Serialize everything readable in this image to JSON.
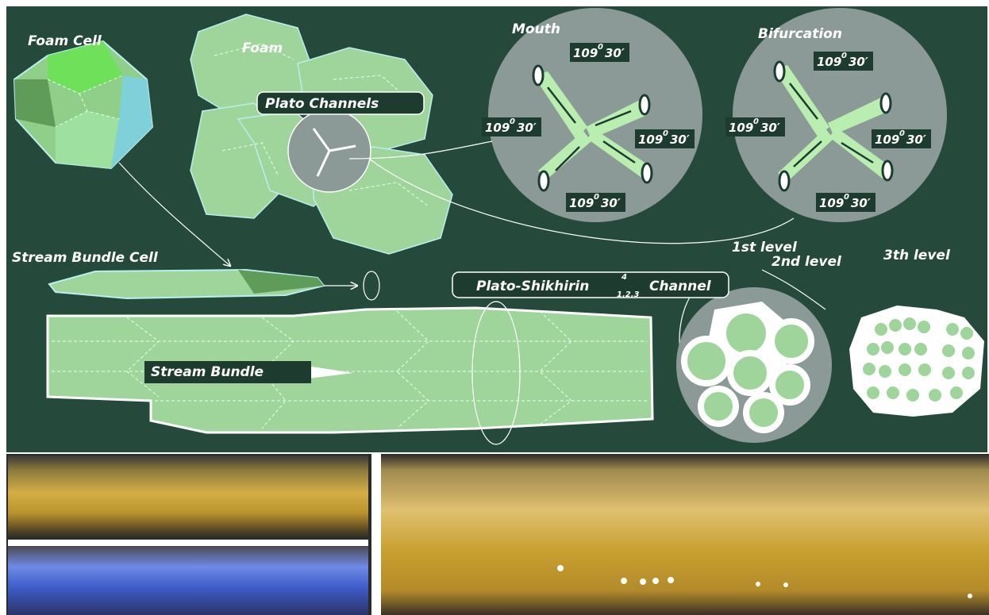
{
  "labels": {
    "foam_cell": "Foam Cell",
    "foam": "Foam",
    "plato_channels": "Plato Channels",
    "mouth": "Mouth",
    "bifurcation": "Bifurcation",
    "angle_base": "109",
    "angle_sup": "0",
    "angle_tail": "30′",
    "stream_bundle_cell": "Stream Bundle Cell",
    "stream_bundle": "Stream  Bundle",
    "channel_main": "Plato-Shikhirin",
    "channel_sup": "4",
    "channel_sub": "1,2,3",
    "channel_tail": "Channel",
    "first_level": "1st level",
    "second_level": "2nd level",
    "third_level": "3th level"
  },
  "colors": {
    "board": "#254a3c",
    "cell_fill": "#9fd59a",
    "cell_edge": "#b9eef0",
    "disk": "#8b9a96",
    "photo_gold": "#c8a33a",
    "photo_blue": "#4f6fd6",
    "photo_dark": "#2b2b2b"
  },
  "photos": {
    "top_left": "gold liquid stream photo",
    "bottom_left": "blue liquid stream photo",
    "right": "enlarged gold liquid stream photo"
  }
}
